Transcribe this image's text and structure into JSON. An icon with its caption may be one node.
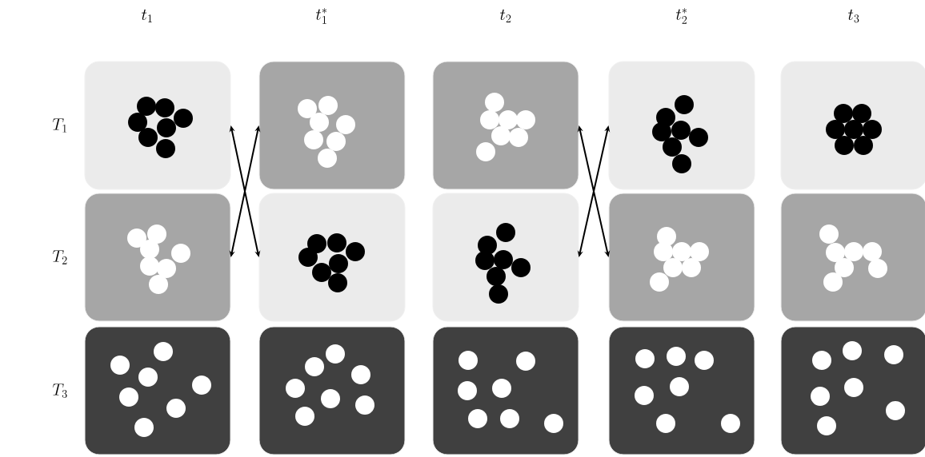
{
  "diagram": {
    "nodes": [
      {
        "text": [],
        "shape": "box"
      },
      {
        "text": [],
        "shape": "box"
      },
      {
        "text": [],
        "shape": "box"
      },
      {
        "text": [],
        "shape": "box"
      },
      {
        "text": [],
        "shape": "box"
      },
      {
        "text": [],
        "shape": "box"
      },
      {
        "text": [],
        "shape": "box"
      },
      {
        "text": [],
        "shape": "box"
      },
      {
        "text": [],
        "shape": "box"
      },
      {
        "text": [],
        "shape": "box"
      },
      {
        "text": [],
        "shape": "box"
      },
      {
        "text": [],
        "shape": "box"
      },
      {
        "text": [],
        "shape": "box"
      },
      {
        "text": [],
        "shape": "box"
      },
      {
        "text": [],
        "shape": "box"
      }
    ],
    "edges": [
      {
        "from": 0,
        "to": 6,
        "arrow": "both"
      },
      {
        "from": 5,
        "to": 1,
        "arrow": "both"
      },
      {
        "from": 2,
        "to": 8,
        "arrow": "both"
      },
      {
        "from": 7,
        "to": 3,
        "arrow": "both"
      }
    ],
    "labels": [
      "t_1",
      "t_1^*",
      "t_2",
      "t_2^*",
      "t_3",
      "T_1",
      "T_2",
      "T_3"
    ]
  }
}
